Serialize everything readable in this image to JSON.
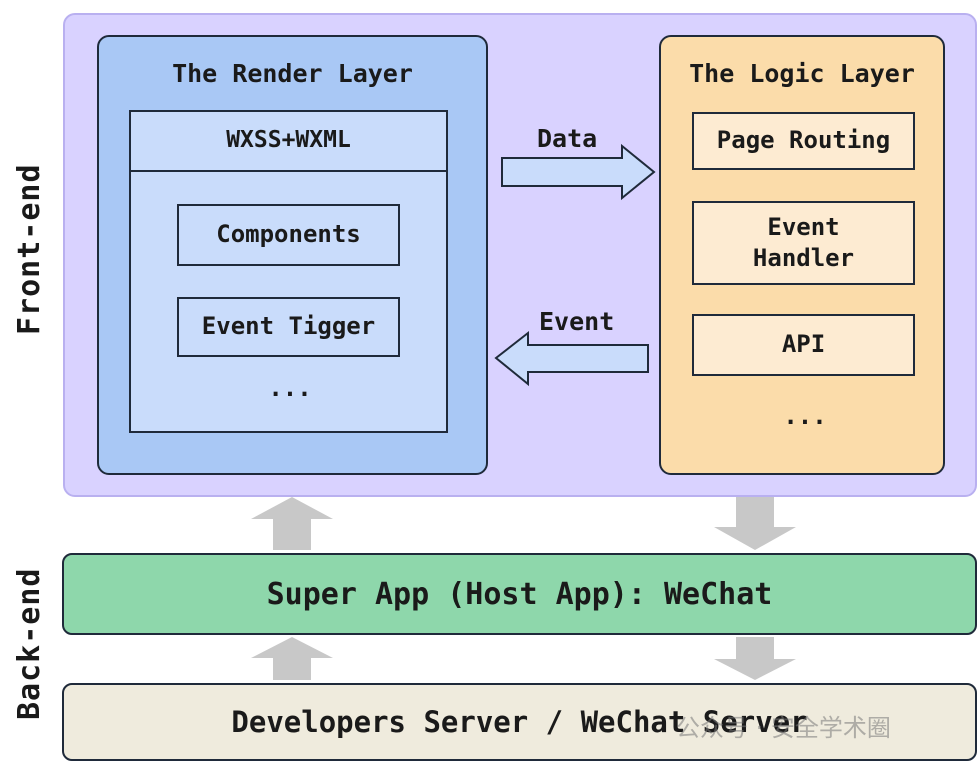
{
  "side_labels": {
    "front_end": "Front-end",
    "back_end": "Back-end"
  },
  "render_layer": {
    "title": "The Render Layer",
    "header": "WXSS+WXML",
    "items": [
      "Components",
      "Event Tigger"
    ],
    "ellipsis": "..."
  },
  "logic_layer": {
    "title": "The Logic Layer",
    "items": [
      "Page Routing",
      "Event Handler",
      "API"
    ],
    "ellipsis": "..."
  },
  "arrows": {
    "data_label": "Data",
    "event_label": "Event"
  },
  "super_app": "Super App (Host App): WeChat",
  "server": "Developers Server / WeChat Server",
  "watermark": "公众号 · 安全学术圈",
  "colors": {
    "front_end_bg": "#d9d2ff",
    "render_bg": "#a9c8f5",
    "logic_bg": "#fbdcaa",
    "super_app_bg": "#8ed7ab",
    "server_bg": "#efebdd",
    "arrow_fill": "#c9dcfb",
    "gray_arrow": "#c8c8c8"
  }
}
